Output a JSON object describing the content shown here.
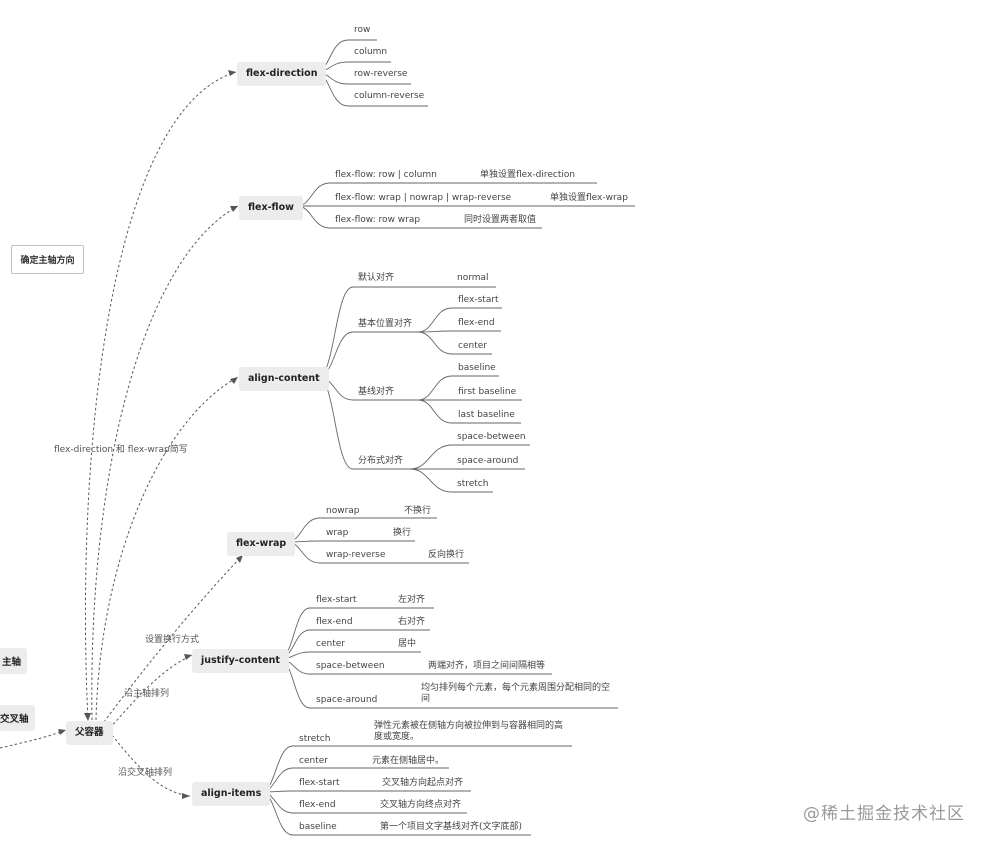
{
  "root": {
    "label": "父容器"
  },
  "left_nodes": {
    "main_axis": "主轴",
    "cross_axis": "交叉轴"
  },
  "side_note": "确定主轴方向",
  "edge_labels": {
    "flex_flow": "flex-direction 和 flex-wrap简写",
    "flex_wrap": "设置换行方式",
    "justify": "沿主轴排列",
    "align_items": "沿交叉轴排列"
  },
  "branches": {
    "flex_direction": {
      "label": "flex-direction",
      "items": [
        "row",
        "column",
        "row-reverse",
        "column-reverse"
      ]
    },
    "flex_flow": {
      "label": "flex-flow",
      "items": [
        {
          "value": "flex-flow: row | column",
          "desc": "单独设置flex-direction"
        },
        {
          "value": "flex-flow: wrap | nowrap | wrap-reverse",
          "desc": "单独设置flex-wrap"
        },
        {
          "value": "flex-flow: row wrap",
          "desc": "同时设置两者取值"
        }
      ]
    },
    "align_content": {
      "label": "align-content",
      "groups": [
        {
          "name": "默认对齐",
          "values": [
            "normal"
          ]
        },
        {
          "name": "基本位置对齐",
          "values": [
            "flex-start",
            "flex-end",
            "center"
          ]
        },
        {
          "name": "基线对齐",
          "values": [
            "baseline",
            "first  baseline",
            "last  baseline"
          ]
        },
        {
          "name": "分布式对齐",
          "values": [
            "space-between",
            "space-around",
            "stretch"
          ]
        }
      ]
    },
    "flex_wrap": {
      "label": "flex-wrap",
      "items": [
        {
          "value": "nowrap",
          "desc": "不换行"
        },
        {
          "value": "wrap",
          "desc": "换行"
        },
        {
          "value": "wrap-reverse",
          "desc": "反向换行"
        }
      ]
    },
    "justify_content": {
      "label": "justify-content",
      "items": [
        {
          "value": "flex-start",
          "desc": "左对齐"
        },
        {
          "value": "flex-end",
          "desc": "右对齐"
        },
        {
          "value": "center",
          "desc": "居中"
        },
        {
          "value": "space-between",
          "desc": "两端对齐，项目之间间隔相等"
        },
        {
          "value": "space-around",
          "desc": "均匀排列每个元素，每个元素周围分配相同的空间"
        }
      ]
    },
    "align_items": {
      "label": "align-items",
      "items": [
        {
          "value": "stretch",
          "desc": "弹性元素被在侧轴方向被拉伸到与容器相同的高度或宽度。"
        },
        {
          "value": "center",
          "desc": "元素在侧轴居中。"
        },
        {
          "value": "flex-start",
          "desc": "交叉轴方向起点对齐"
        },
        {
          "value": "flex-end",
          "desc": "交叉轴方向终点对齐"
        },
        {
          "value": "baseline",
          "desc": "第一个项目文字基线对齐(文字底部)"
        }
      ]
    }
  },
  "watermark": "@稀土掘金技术社区",
  "colors": {
    "node_bg": "#ececec",
    "line": "#555555",
    "side_box_border": "#8fd3ef"
  }
}
